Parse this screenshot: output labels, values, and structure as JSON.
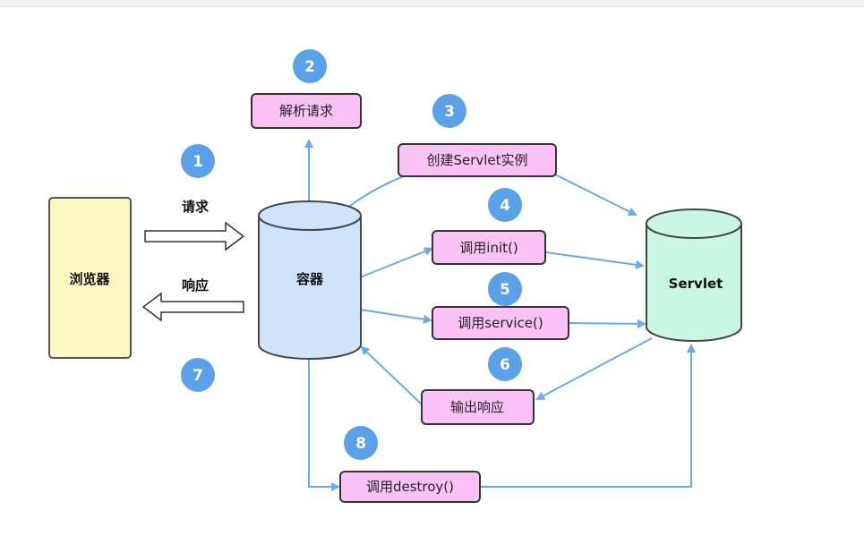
{
  "colors": {
    "arrow": "#6aa9ee",
    "badge": "#5aa1ea",
    "process_fill": "#fbc2f7",
    "browser_fill": "#fbf8c4",
    "container_fill": "#cfe4fb",
    "servlet_fill": "#c9f7e4"
  },
  "nodes": {
    "browser": "浏览器",
    "container": "容器",
    "servlet": "Servlet"
  },
  "labels": {
    "request": "请求",
    "response": "响应"
  },
  "steps": {
    "parse": "解析请求",
    "create": "创建Servlet实例",
    "init": "调用init()",
    "service": "调用service()",
    "output": "输出响应",
    "destroy": "调用destroy()"
  },
  "badges": [
    "1",
    "2",
    "3",
    "4",
    "5",
    "6",
    "7",
    "8"
  ]
}
